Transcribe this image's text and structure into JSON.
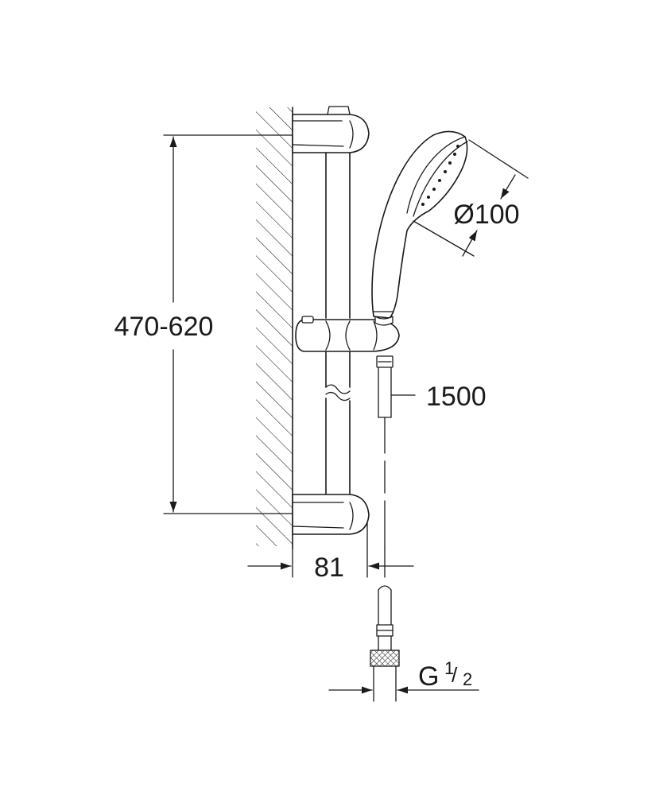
{
  "dimensions": {
    "height_range": "470-620",
    "shower_head_diameter": "Ø100",
    "hose_length": "1500",
    "wall_offset": "81",
    "thread_size": "G",
    "thread_numerator": "1",
    "thread_denominator": "2"
  },
  "colors": {
    "line": "#1a1a1a",
    "background": "#ffffff"
  }
}
